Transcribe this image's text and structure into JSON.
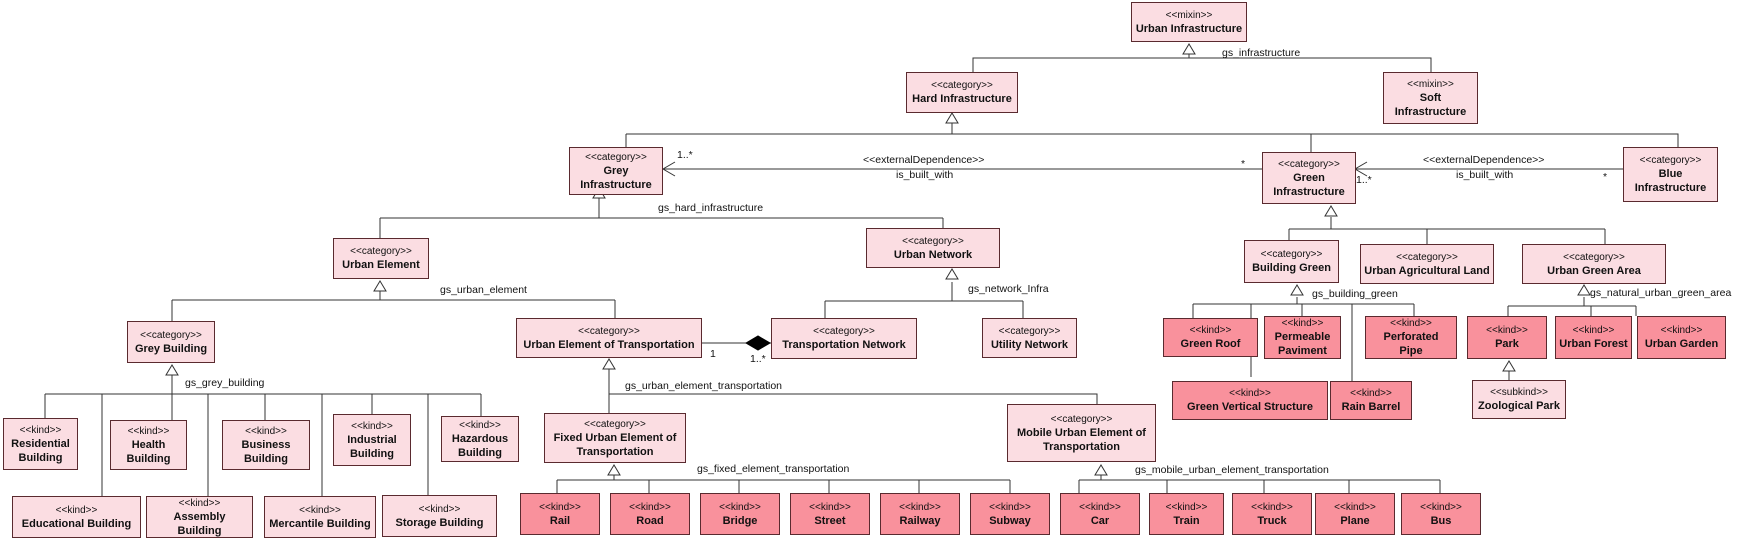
{
  "nodes": {
    "urban_infrastructure": {
      "stereotype": "<<mixin>>",
      "name": "Urban Infrastructure"
    },
    "hard_infrastructure": {
      "stereotype": "<<category>>",
      "name": "Hard Infrastructure"
    },
    "soft_infrastructure": {
      "stereotype": "<<mixin>>",
      "name": "Soft\nInfrastructure"
    },
    "grey_infrastructure": {
      "stereotype": "<<category>>",
      "name": "Grey\nInfrastructure"
    },
    "green_infrastructure": {
      "stereotype": "<<category>>",
      "name": "Green\nInfrastructure"
    },
    "blue_infrastructure": {
      "stereotype": "<<category>>",
      "name": "Blue\nInfrastructure"
    },
    "urban_element": {
      "stereotype": "<<category>>",
      "name": "Urban Element"
    },
    "urban_network": {
      "stereotype": "<<category>>",
      "name": "Urban Network"
    },
    "building_green": {
      "stereotype": "<<category>>",
      "name": "Building Green"
    },
    "urban_agricultural_land": {
      "stereotype": "<<category>>",
      "name": "Urban Agricultural Land"
    },
    "urban_green_area": {
      "stereotype": "<<category>>",
      "name": "Urban Green Area"
    },
    "grey_building": {
      "stereotype": "<<category>>",
      "name": "Grey Building"
    },
    "urban_element_of_transportation": {
      "stereotype": "<<category>>",
      "name": "Urban Element of Transportation"
    },
    "transportation_network": {
      "stereotype": "<<category>>",
      "name": "Transportation Network"
    },
    "utility_network": {
      "stereotype": "<<category>>",
      "name": "Utility Network"
    },
    "green_roof": {
      "stereotype": "<<kind>>",
      "name": "Green Roof"
    },
    "permeable_paviment": {
      "stereotype": "<<kind>>",
      "name": "Permeable\nPaviment"
    },
    "perforated_pipe": {
      "stereotype": "<<kind>>",
      "name": "Perforated\nPipe"
    },
    "green_vertical_structure": {
      "stereotype": "<<kind>>",
      "name": "Green Vertical Structure"
    },
    "rain_barrel": {
      "stereotype": "<<kind>>",
      "name": "Rain Barrel"
    },
    "park": {
      "stereotype": "<<kind>>",
      "name": "Park"
    },
    "urban_forest": {
      "stereotype": "<<kind>>",
      "name": "Urban Forest"
    },
    "urban_garden": {
      "stereotype": "<<kind>>",
      "name": "Urban Garden"
    },
    "zoological_park": {
      "stereotype": "<<subkind>>",
      "name": "Zoological Park"
    },
    "residential_building": {
      "stereotype": "<<kind>>",
      "name": "Residential\nBuilding"
    },
    "health_building": {
      "stereotype": "<<kind>>",
      "name": "Health\nBuilding"
    },
    "business_building": {
      "stereotype": "<<kind>>",
      "name": "Business\nBuilding"
    },
    "industrial_building": {
      "stereotype": "<<kind>>",
      "name": "Industrial\nBuilding"
    },
    "hazardous_building": {
      "stereotype": "<<kind>>",
      "name": "Hazardous\nBuilding"
    },
    "educational_building": {
      "stereotype": "<<kind>>",
      "name": "Educational Building"
    },
    "assembly_building": {
      "stereotype": "<<kind>>",
      "name": "Assembly Building"
    },
    "mercantile_building": {
      "stereotype": "<<kind>>",
      "name": "Mercantile Building"
    },
    "storage_building": {
      "stereotype": "<<kind>>",
      "name": "Storage Building"
    },
    "fixed_urban_element": {
      "stereotype": "<<category>>",
      "name": "Fixed Urban Element of\nTransportation"
    },
    "mobile_urban_element": {
      "stereotype": "<<category>>",
      "name": "Mobile Urban Element of\nTransportation"
    },
    "rail": {
      "stereotype": "<<kind>>",
      "name": "Rail"
    },
    "road": {
      "stereotype": "<<kind>>",
      "name": "Road"
    },
    "bridge": {
      "stereotype": "<<kind>>",
      "name": "Bridge"
    },
    "street": {
      "stereotype": "<<kind>>",
      "name": "Street"
    },
    "railway": {
      "stereotype": "<<kind>>",
      "name": "Railway"
    },
    "subway": {
      "stereotype": "<<kind>>",
      "name": "Subway"
    },
    "car": {
      "stereotype": "<<kind>>",
      "name": "Car"
    },
    "train": {
      "stereotype": "<<kind>>",
      "name": "Train"
    },
    "truck": {
      "stereotype": "<<kind>>",
      "name": "Truck"
    },
    "plane": {
      "stereotype": "<<kind>>",
      "name": "Plane"
    },
    "bus": {
      "stereotype": "<<kind>>",
      "name": "Bus"
    }
  },
  "labels": {
    "gs_infrastructure": "gs_infrastructure",
    "gs_hard_infrastructure": "gs_hard_infrastructure",
    "gs_urban_element": "gs_urban_element",
    "gs_network_infra": "gs_network_Infra",
    "gs_grey_building": "gs_grey_building",
    "gs_urban_element_transportation": "gs_urban_element_transportation",
    "gs_fixed_element_transportation": "gs_fixed_element_transportation",
    "gs_mobile_urban_element_transportation": "gs_mobile_urban_element_transportation",
    "gs_building_green": "gs_building_green",
    "gs_natural_urban_green_area": "gs_natural_urban_green_area",
    "dep1_stereotype": "<<externalDependence>>",
    "dep1_name": "is_built_with",
    "dep1_mult_source": "1..*",
    "dep1_mult_target": "*",
    "dep2_stereotype": "<<externalDependence>>",
    "dep2_name": "is_built_with",
    "dep2_mult_source": "1..*",
    "dep2_mult_target": "*",
    "comp_mult_whole": "1",
    "comp_mult_part": "1..*"
  },
  "colors": {
    "category_fill": "#fbdde2",
    "kind_fill": "#f9919c",
    "border": "#5a2a2f",
    "line": "#333333"
  }
}
